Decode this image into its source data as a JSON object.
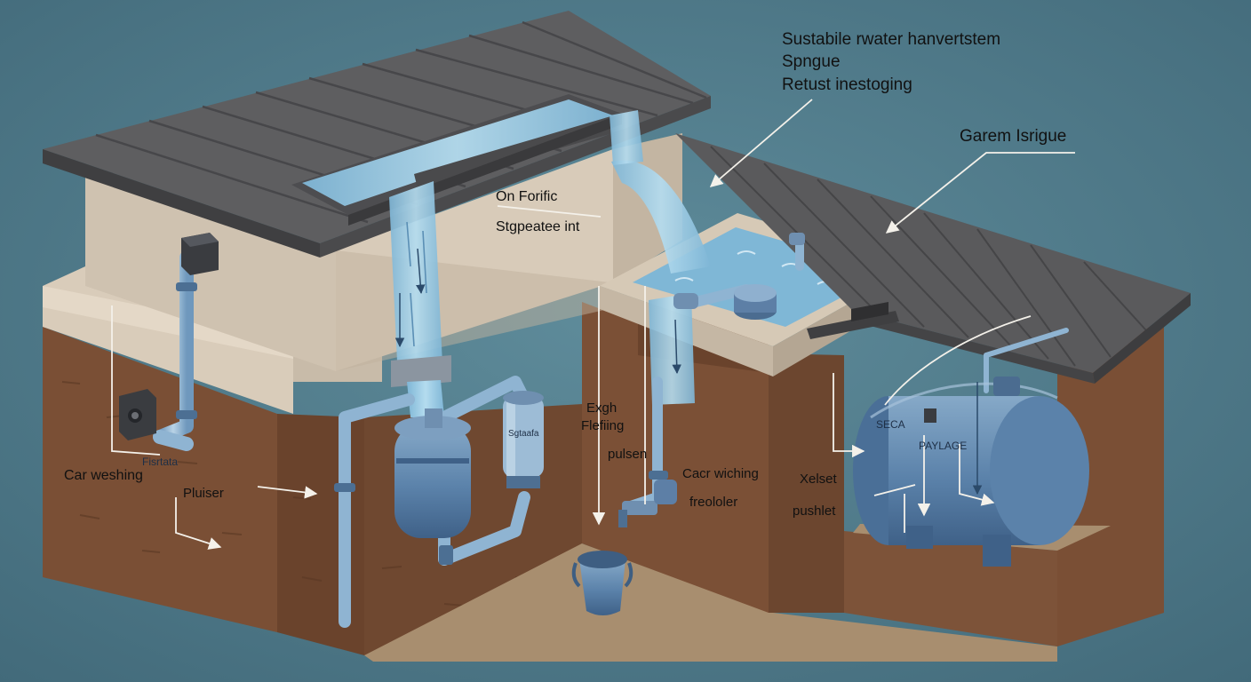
{
  "colors": {
    "background": "#4f7b8c",
    "soil": "#7a4f35",
    "soil_dark": "#5e3a25",
    "concrete": "#d8cbb9",
    "wall": "#cfc2b0",
    "roof": "#5a5a5c",
    "water": "#8ec3df",
    "pipe": "#8fb4d2",
    "tank": "#5d86ae"
  },
  "labels": {
    "title_line1": "Sustabile rwater hanvertstem",
    "title_line2": "Spngue",
    "title_line3": "Retust inestoging",
    "garden": "Garem Isrigue",
    "on_forific": "On Forific",
    "stgpeatee": "Stgpeatee int",
    "car_washing_left": "Car weshing",
    "filter_small": "Fisrtata",
    "plusier": "Pluiser",
    "exgh": "Exgh",
    "flefing": "Flefiing",
    "pulsen": "pulsen",
    "car_washing_right": "Cacr wiching",
    "freololer": "freololer",
    "xelset": "Xelset",
    "pushlet": "pushlet",
    "tank_text_left": "SECA",
    "tank_text_right": "PAYLAGE",
    "filter_canister": "Sgtaafa"
  }
}
